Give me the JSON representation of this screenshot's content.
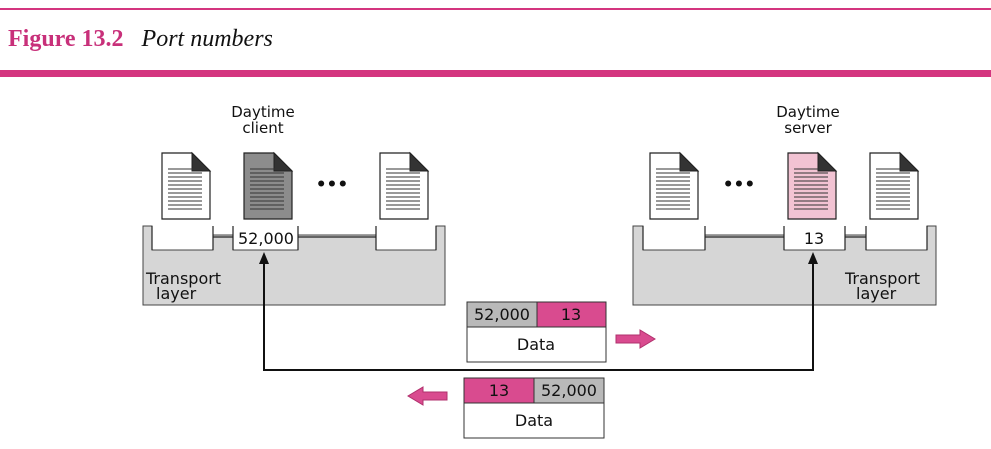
{
  "figure": {
    "label": "Figure 13.2",
    "caption": "Port numbers"
  },
  "client_side": {
    "app_label_line1": "Daytime",
    "app_label_line2": "client",
    "port": "52,000",
    "dots": "•••",
    "layer_line1": "Transport",
    "layer_line2": "layer"
  },
  "server_side": {
    "app_label_line1": "Daytime",
    "app_label_line2": "server",
    "port": "13",
    "dots": "•••",
    "layer_line1": "Transport",
    "layer_line2": "layer"
  },
  "request_packet": {
    "source_port": "52,000",
    "dest_port": "13",
    "data": "Data"
  },
  "response_packet": {
    "source_port": "13",
    "dest_port": "52,000",
    "data": "Data"
  },
  "colors": {
    "accent": "#d4357f",
    "pink_port": "#d94b8f",
    "gray_port": "#b9b9b9",
    "layer_fill": "#d6d6d6",
    "server_doc": "#f2c3d3",
    "client_doc": "#8c8c8c"
  }
}
